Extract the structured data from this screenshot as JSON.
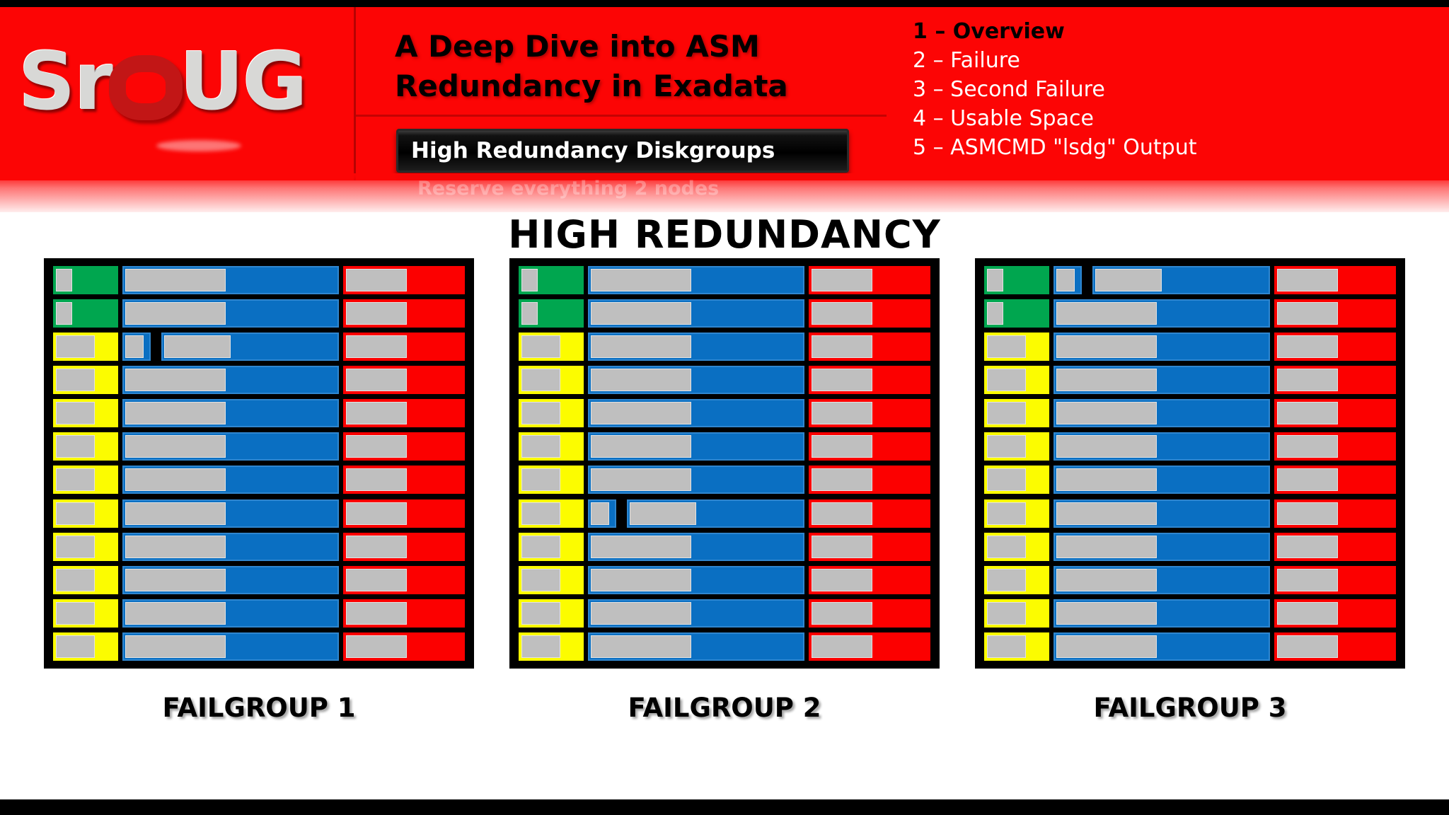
{
  "header": {
    "logo_text_left": "Sr",
    "logo_icon": "oracle-o-logo",
    "logo_text_right": "UG",
    "deck_title": "A Deep Dive into ASM Redundancy in Exadata",
    "section_banner": "High Redundancy Diskgroups",
    "ghost_line": "Reserve everything 2 nodes",
    "brand_red": "#fc0505",
    "agenda": [
      {
        "label": "1 – Overview",
        "active": true
      },
      {
        "label": "2 – Failure",
        "active": false
      },
      {
        "label": "3 – Second Failure",
        "active": false
      },
      {
        "label": "4 – Usable Space",
        "active": false
      },
      {
        "label": "5 – ASMCMD \"lsdg\" Output",
        "active": false
      }
    ]
  },
  "body": {
    "title": "HIGH REDUNDANCY",
    "legend_colors": {
      "failgroup_ok": "#00a64f",
      "failgroup_warn": "#fcfc00",
      "data": "#0a6fc2",
      "mirror": "#fc0000",
      "used": "#bfbfbf",
      "frame": "#000000"
    },
    "groups": [
      {
        "label": "FAILGROUP 1",
        "rows": [
          {
            "fg": "green",
            "fg_used": "narrow",
            "data_used": "mid",
            "data_split": false,
            "mirror_used": "half"
          },
          {
            "fg": "green",
            "fg_used": "narrow",
            "data_used": "mid",
            "data_split": false,
            "mirror_used": "half"
          },
          {
            "fg": "yellow",
            "fg_used": "wide",
            "data_used": "mid",
            "data_split": true,
            "mirror_used": "half"
          },
          {
            "fg": "yellow",
            "fg_used": "wide",
            "data_used": "mid",
            "data_split": false,
            "mirror_used": "half"
          },
          {
            "fg": "yellow",
            "fg_used": "wide",
            "data_used": "mid",
            "data_split": false,
            "mirror_used": "half"
          },
          {
            "fg": "yellow",
            "fg_used": "wide",
            "data_used": "mid",
            "data_split": false,
            "mirror_used": "half"
          },
          {
            "fg": "yellow",
            "fg_used": "wide",
            "data_used": "mid",
            "data_split": false,
            "mirror_used": "half"
          },
          {
            "fg": "yellow",
            "fg_used": "wide",
            "data_used": "mid",
            "data_split": false,
            "mirror_used": "half"
          },
          {
            "fg": "yellow",
            "fg_used": "wide",
            "data_used": "mid",
            "data_split": false,
            "mirror_used": "half"
          },
          {
            "fg": "yellow",
            "fg_used": "wide",
            "data_used": "mid",
            "data_split": false,
            "mirror_used": "half"
          },
          {
            "fg": "yellow",
            "fg_used": "wide",
            "data_used": "mid",
            "data_split": false,
            "mirror_used": "half"
          },
          {
            "fg": "yellow",
            "fg_used": "wide",
            "data_used": "mid",
            "data_split": false,
            "mirror_used": "half"
          }
        ]
      },
      {
        "label": "FAILGROUP 2",
        "rows": [
          {
            "fg": "green",
            "fg_used": "narrow",
            "data_used": "mid",
            "data_split": false,
            "mirror_used": "half"
          },
          {
            "fg": "green",
            "fg_used": "narrow",
            "data_used": "mid",
            "data_split": false,
            "mirror_used": "half"
          },
          {
            "fg": "yellow",
            "fg_used": "wide",
            "data_used": "mid",
            "data_split": false,
            "mirror_used": "half"
          },
          {
            "fg": "yellow",
            "fg_used": "wide",
            "data_used": "mid",
            "data_split": false,
            "mirror_used": "half"
          },
          {
            "fg": "yellow",
            "fg_used": "wide",
            "data_used": "mid",
            "data_split": false,
            "mirror_used": "half"
          },
          {
            "fg": "yellow",
            "fg_used": "wide",
            "data_used": "mid",
            "data_split": false,
            "mirror_used": "half"
          },
          {
            "fg": "yellow",
            "fg_used": "wide",
            "data_used": "mid",
            "data_split": false,
            "mirror_used": "half"
          },
          {
            "fg": "yellow",
            "fg_used": "wide",
            "data_used": "mid",
            "data_split": true,
            "mirror_used": "half"
          },
          {
            "fg": "yellow",
            "fg_used": "wide",
            "data_used": "mid",
            "data_split": false,
            "mirror_used": "half"
          },
          {
            "fg": "yellow",
            "fg_used": "wide",
            "data_used": "mid",
            "data_split": false,
            "mirror_used": "half"
          },
          {
            "fg": "yellow",
            "fg_used": "wide",
            "data_used": "mid",
            "data_split": false,
            "mirror_used": "half"
          },
          {
            "fg": "yellow",
            "fg_used": "wide",
            "data_used": "mid",
            "data_split": false,
            "mirror_used": "half"
          }
        ]
      },
      {
        "label": "FAILGROUP 3",
        "rows": [
          {
            "fg": "green",
            "fg_used": "narrow",
            "data_used": "mid",
            "data_split": true,
            "mirror_used": "half"
          },
          {
            "fg": "green",
            "fg_used": "narrow",
            "data_used": "mid",
            "data_split": false,
            "mirror_used": "half"
          },
          {
            "fg": "yellow",
            "fg_used": "wide",
            "data_used": "mid",
            "data_split": false,
            "mirror_used": "half"
          },
          {
            "fg": "yellow",
            "fg_used": "wide",
            "data_used": "mid",
            "data_split": false,
            "mirror_used": "half"
          },
          {
            "fg": "yellow",
            "fg_used": "wide",
            "data_used": "mid",
            "data_split": false,
            "mirror_used": "half"
          },
          {
            "fg": "yellow",
            "fg_used": "wide",
            "data_used": "mid",
            "data_split": false,
            "mirror_used": "half"
          },
          {
            "fg": "yellow",
            "fg_used": "wide",
            "data_used": "mid",
            "data_split": false,
            "mirror_used": "half"
          },
          {
            "fg": "yellow",
            "fg_used": "wide",
            "data_used": "mid",
            "data_split": false,
            "mirror_used": "half"
          },
          {
            "fg": "yellow",
            "fg_used": "wide",
            "data_used": "mid",
            "data_split": false,
            "mirror_used": "half"
          },
          {
            "fg": "yellow",
            "fg_used": "wide",
            "data_used": "mid",
            "data_split": false,
            "mirror_used": "half"
          },
          {
            "fg": "yellow",
            "fg_used": "wide",
            "data_used": "mid",
            "data_split": false,
            "mirror_used": "half"
          },
          {
            "fg": "yellow",
            "fg_used": "wide",
            "data_used": "mid",
            "data_split": false,
            "mirror_used": "half"
          }
        ]
      }
    ]
  }
}
